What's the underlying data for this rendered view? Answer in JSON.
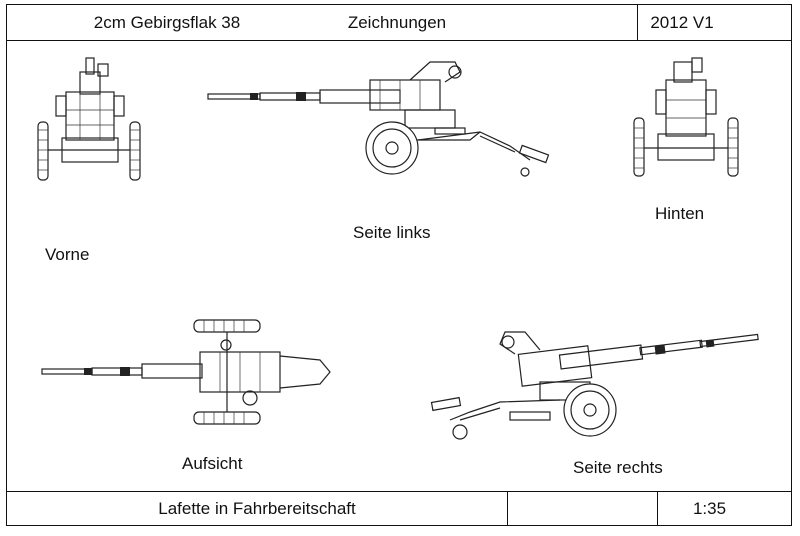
{
  "header": {
    "model": "2cm Gebirgsflak 38",
    "doc_type": "Zeichnungen",
    "version": "2012 V1"
  },
  "views": {
    "front": "Vorne",
    "left": "Seite links",
    "rear": "Hinten",
    "top": "Aufsicht",
    "right": "Seite rechts"
  },
  "footer": {
    "caption": "Lafette in Fahrbereitschaft",
    "empty": "",
    "scale": "1:35"
  }
}
